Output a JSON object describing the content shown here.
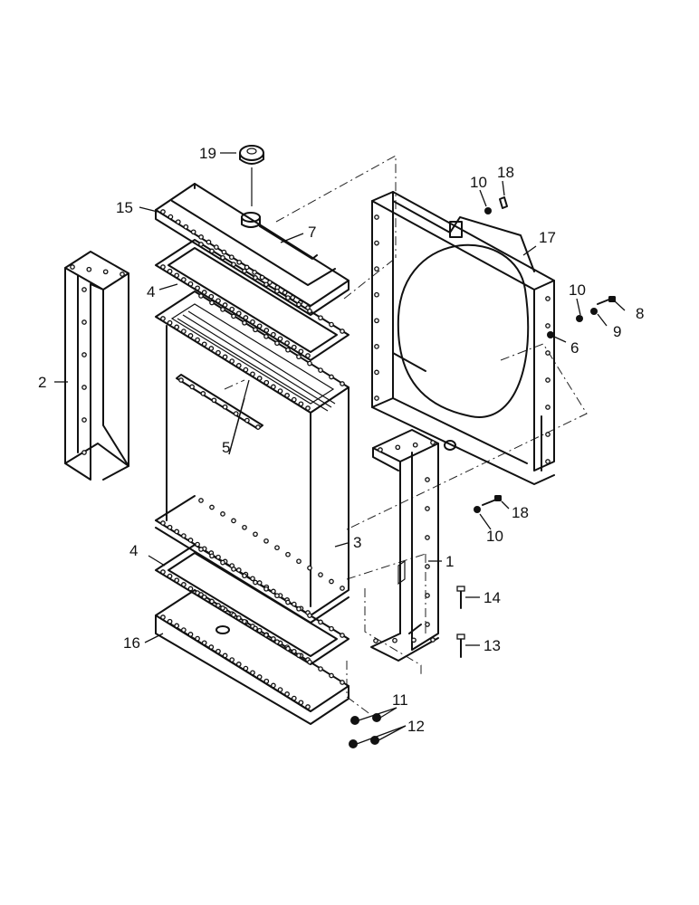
{
  "callouts": {
    "c1": "1",
    "c2": "2",
    "c3": "3",
    "c4a": "4",
    "c4b": "4",
    "c5": "5",
    "c6": "6",
    "c7": "7",
    "c8": "8",
    "c9": "9",
    "c10a": "10",
    "c10b": "10",
    "c10c": "10",
    "c11": "11",
    "c12": "12",
    "c13": "13",
    "c14": "14",
    "c15": "15",
    "c16": "16",
    "c17": "17",
    "c18a": "18",
    "c18b": "18",
    "c19": "19"
  }
}
